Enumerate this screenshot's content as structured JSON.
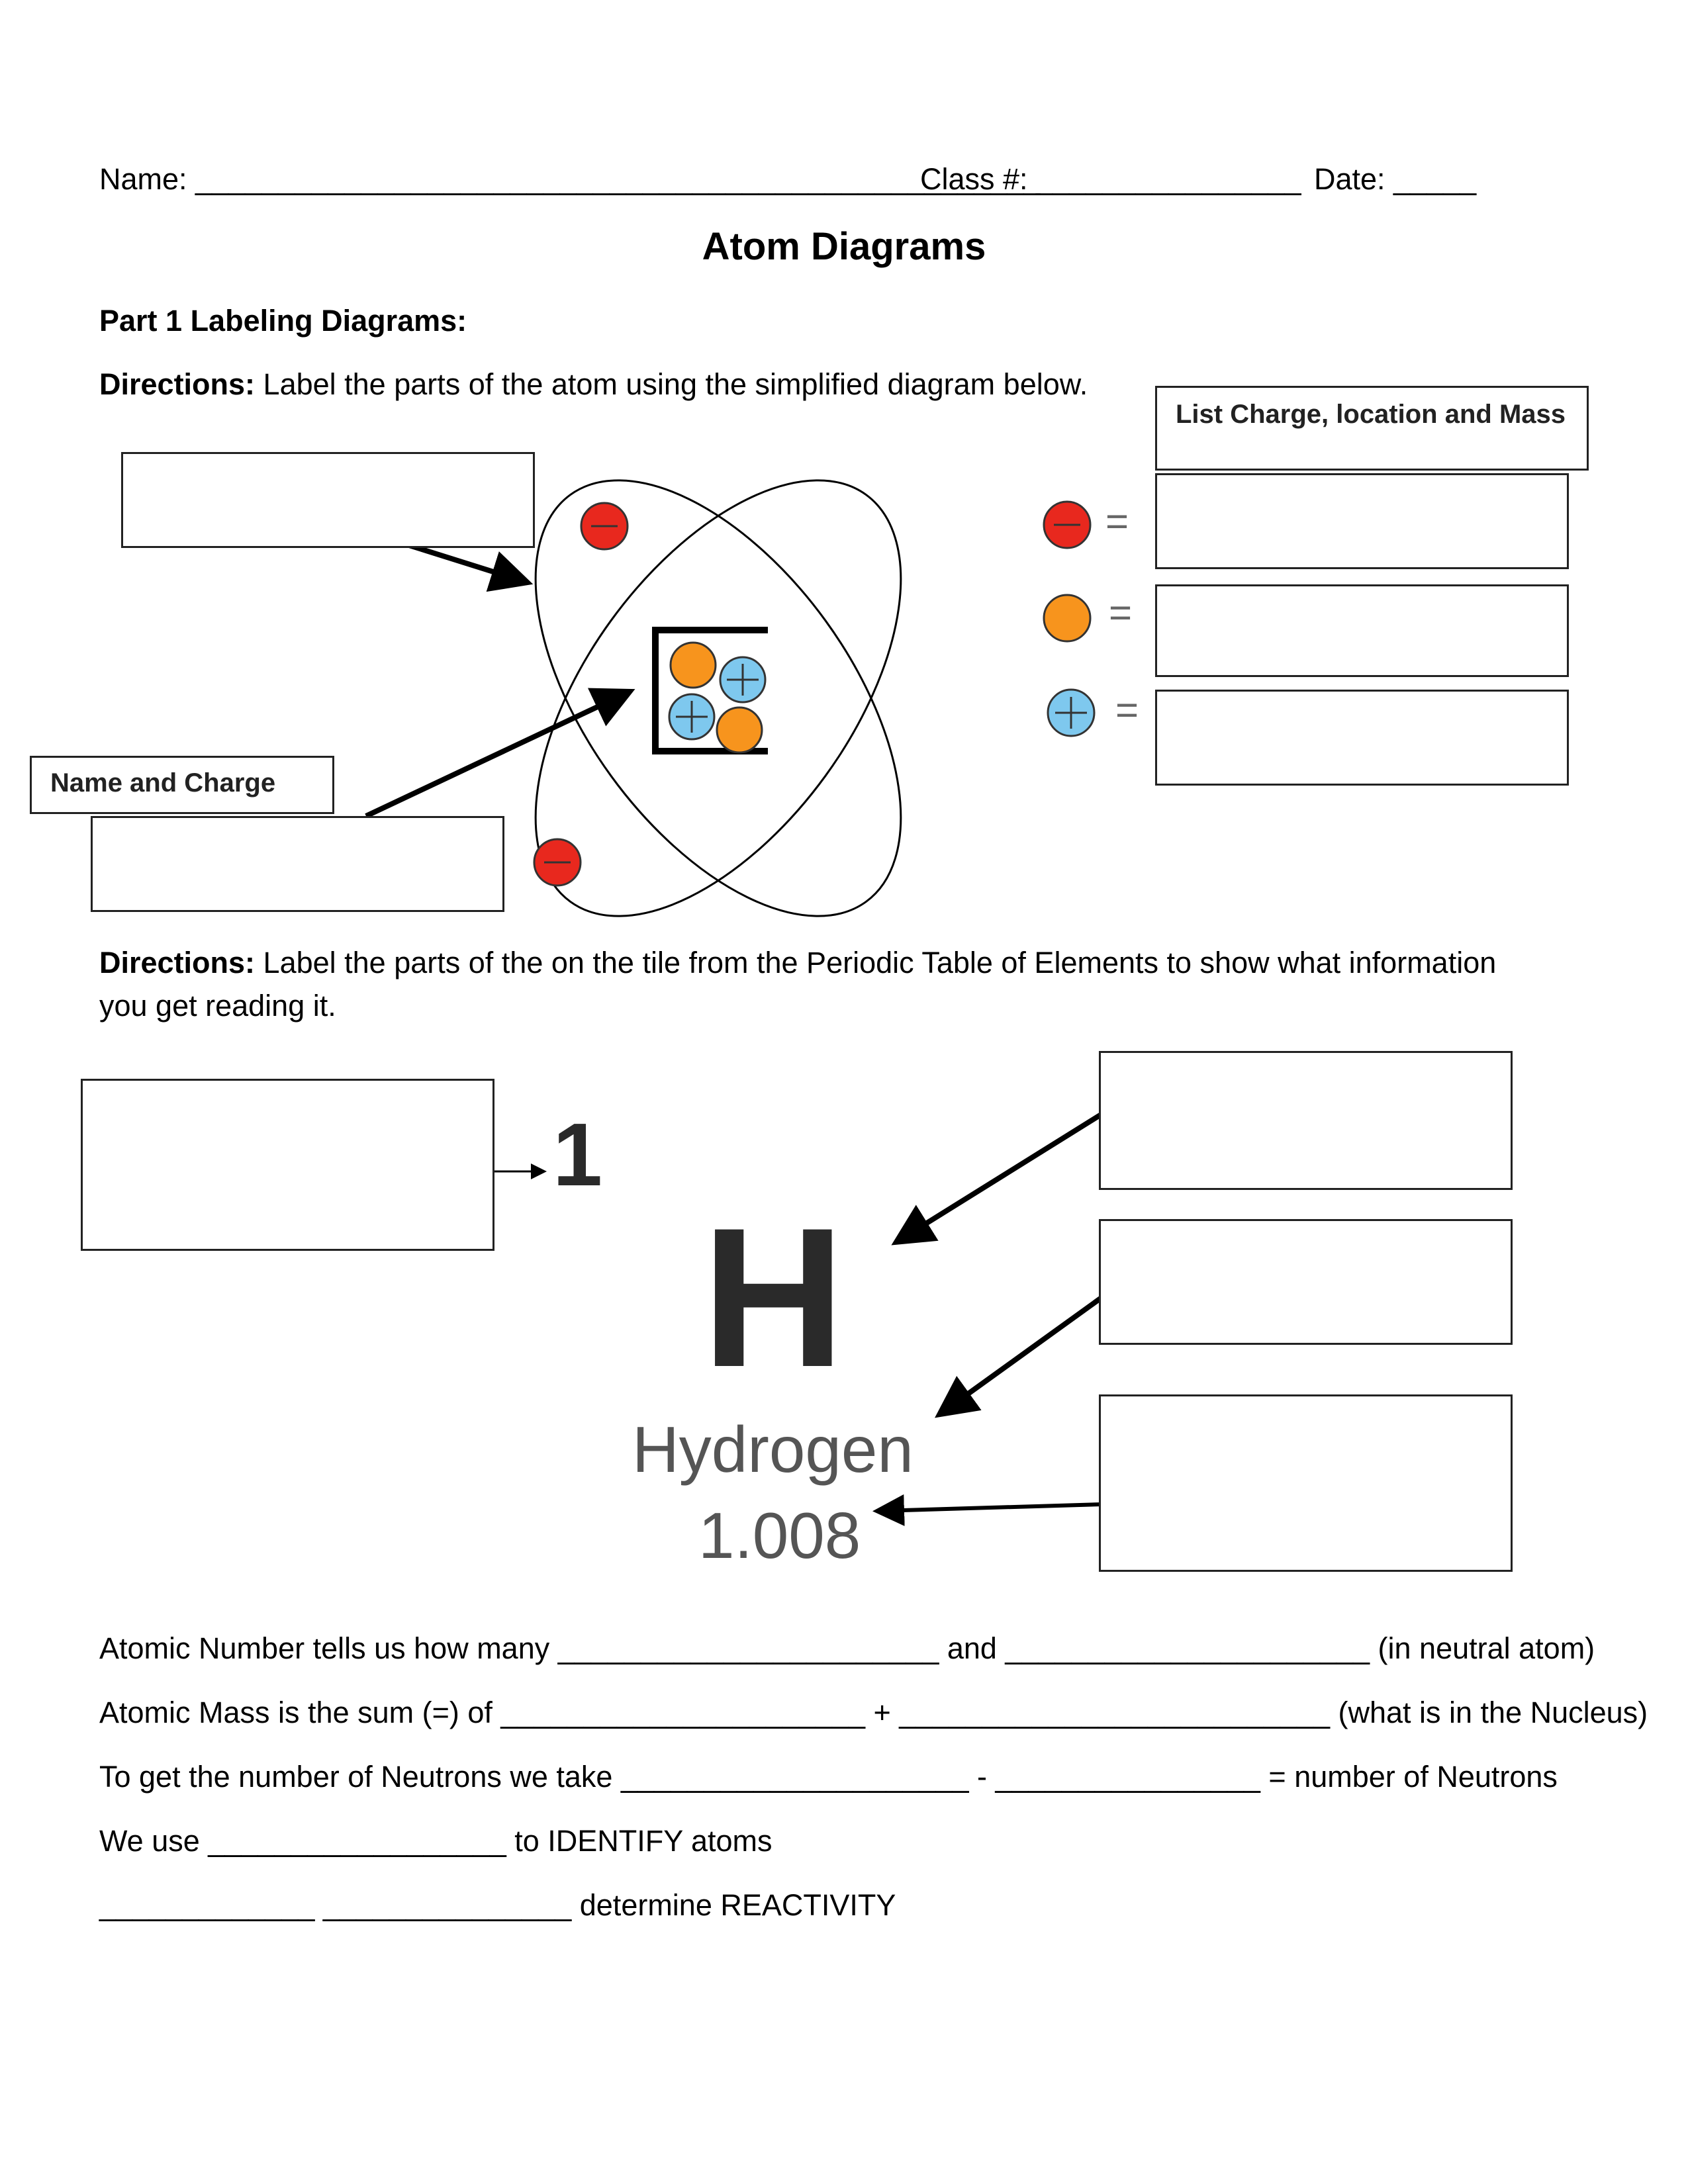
{
  "header": {
    "name_label": "Name: ___________________________________________________",
    "class_label": "Class #: ________________",
    "date_label": "Date: _____"
  },
  "title": "Atom Diagrams",
  "part1": {
    "heading": "Part 1 Labeling Diagrams:",
    "directions_bold": "Directions:",
    "directions_text": " Label the parts of the atom using the simplified diagram below.",
    "charge_box_label": "List Charge, location and Mass",
    "name_charge_label": "Name and Charge",
    "equals_signs": [
      "=",
      "=",
      "="
    ]
  },
  "part2": {
    "directions_bold": "Directions:",
    "directions_line1": " Label the parts of the on the tile from the Periodic Table of Elements to show what information",
    "directions_line2": "you get reading it.",
    "tile": {
      "atomic_number": "1",
      "symbol": "H",
      "name": "Hydrogen",
      "mass": "1.008"
    }
  },
  "questions": [
    "Atomic Number tells us how many _______________________ and ______________________ (in neutral atom)",
    "Atomic Mass is the sum (=) of ______________________ + __________________________ (what is in the Nucleus)",
    "To get the number of Neutrons we take _____________________ - ________________ = number of Neutrons",
    "We use __________________ to IDENTIFY atoms",
    "_____________ _______________ determine REACTIVITY"
  ],
  "colors": {
    "electron": "#e8281e",
    "neutron": "#f7941d",
    "proton": "#7ec8ee"
  }
}
